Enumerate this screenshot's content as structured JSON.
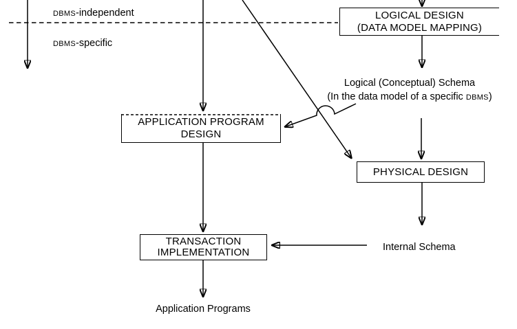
{
  "colors": {
    "ink": "#000000",
    "background": "#ffffff"
  },
  "region_labels": {
    "dbms_independent": {
      "acronym": "DBMS",
      "suffix": "-independent"
    },
    "dbms_specific": {
      "acronym": "DBMS",
      "suffix": "-specific"
    }
  },
  "boxes": {
    "logical_design": {
      "line1": "LOGICAL DESIGN",
      "line2": "(DATA MODEL MAPPING)"
    },
    "application_program_design": {
      "line1": "APPLICATION PROGRAM",
      "line2": "DESIGN"
    },
    "physical_design": {
      "label": "PHYSICAL DESIGN"
    },
    "transaction_implementation": {
      "line1": "TRANSACTION",
      "line2": "IMPLEMENTATION"
    }
  },
  "annotations": {
    "logical_schema": {
      "line1": "Logical (Conceptual) Schema",
      "line2_pre": "(In the data model of a specific ",
      "line2_acronym": "DBMS",
      "line2_post": ")"
    },
    "internal_schema": "Internal Schema",
    "application_programs": "Application Programs"
  },
  "connectors": [
    {
      "name": "dbms-boundary-arrow",
      "from": "top edge (left)",
      "to": "down past DBMS-specific region"
    },
    {
      "name": "dbms-boundary-divider",
      "style": "dashed",
      "from": "left edge",
      "to": "logical-design box"
    },
    {
      "name": "into-application-program-design-arrow",
      "from": "top edge",
      "to": "application-program-design box"
    },
    {
      "name": "into-logical-design-arrow",
      "from": "top edge",
      "to": "logical-design box"
    },
    {
      "name": "diagonal-to-physical-design-arrow",
      "from": "top edge",
      "to": "physical-design box"
    },
    {
      "name": "logical-design-to-schema-arrow",
      "from": "logical-design box",
      "to": "logical-schema label"
    },
    {
      "name": "schema-to-application-program-design-arrow",
      "from": "logical-schema label",
      "to": "application-program-design box",
      "hop": true
    },
    {
      "name": "schema-to-physical-design-arrow",
      "from": "logical-schema label",
      "to": "physical-design box"
    },
    {
      "name": "physical-design-to-internal-schema-arrow",
      "from": "physical-design box",
      "to": "internal-schema label"
    },
    {
      "name": "internal-schema-to-transaction-implementation-arrow",
      "from": "internal-schema label",
      "to": "transaction-implementation box"
    },
    {
      "name": "apd-to-transaction-implementation-arrow",
      "from": "application-program-design box",
      "to": "transaction-implementation box"
    },
    {
      "name": "transaction-implementation-to-application-programs-arrow",
      "from": "transaction-implementation box",
      "to": "application-programs label"
    }
  ]
}
